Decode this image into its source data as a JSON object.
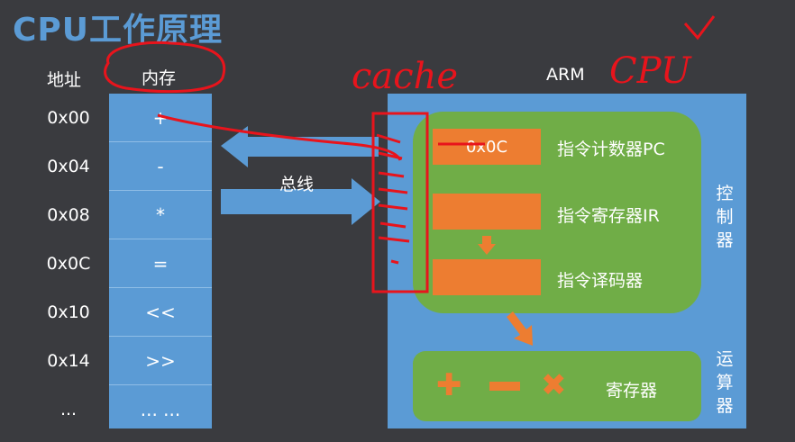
{
  "title": "CPU工作原理",
  "memory": {
    "address_header": "地址",
    "memory_header": "内存",
    "rows": [
      {
        "address": "0x00",
        "value": "+"
      },
      {
        "address": "0x04",
        "value": "-"
      },
      {
        "address": "0x08",
        "value": "*"
      },
      {
        "address": "0x0C",
        "value": "="
      },
      {
        "address": "0x10",
        "value": "<<"
      },
      {
        "address": "0x14",
        "value": ">>"
      },
      {
        "address": "...",
        "value": "... ..."
      }
    ]
  },
  "bus_label": "总线",
  "cpu": {
    "label": "ARM",
    "control_unit_label": "控制器",
    "alu_label": "运算器",
    "registers": [
      {
        "value": "0x0C",
        "label": "指令计数器PC"
      },
      {
        "value": "",
        "label": "指令寄存器IR"
      },
      {
        "value": "",
        "label": "指令译码器"
      }
    ],
    "alu_register_label": "寄存器"
  },
  "annotations": {
    "cache": "cache",
    "cpu": "CPU"
  },
  "colors": {
    "background": "#3a3b3f",
    "blue": "#5b9bd5",
    "green": "#70ad47",
    "orange": "#ed7d31",
    "annotation_red": "#e8141c"
  }
}
